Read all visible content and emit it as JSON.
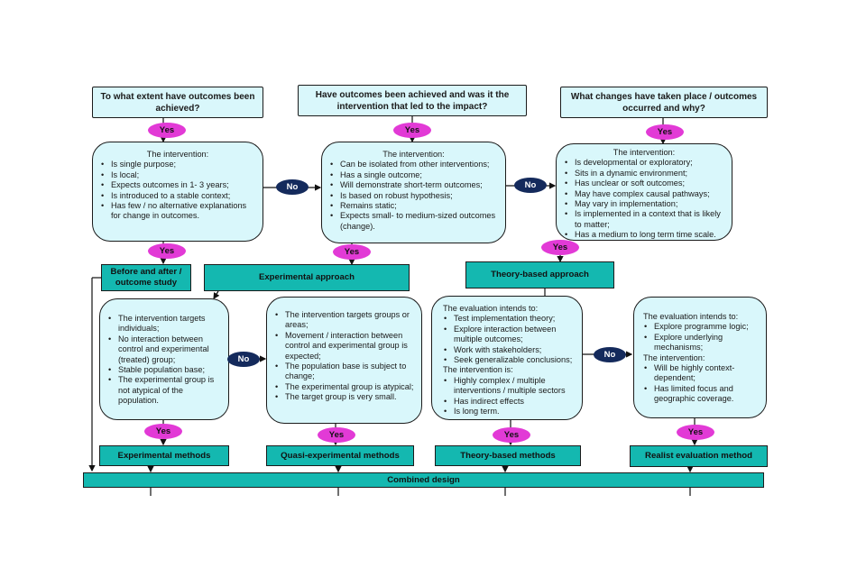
{
  "questions": [
    "To what extent have outcomes been achieved?",
    "Have outcomes been achieved and was it the intervention that led to the impact?",
    "What changes have taken place / outcomes occurred and why?"
  ],
  "criteria_top": [
    {
      "heading": "The intervention:",
      "items": [
        "Is single purpose;",
        "Is local;",
        "Expects outcomes in 1- 3 years;",
        "Is introduced to a stable context;",
        "Has few / no alternative explanations for change in outcomes."
      ]
    },
    {
      "heading": "The intervention:",
      "items": [
        "Can be isolated from other interventions;",
        "Has a single outcome;",
        "Will demonstrate short-term outcomes;",
        "Is based on robust hypothesis;",
        "Remains static;",
        "Expects small- to medium-sized outcomes (change)."
      ]
    },
    {
      "heading": "The intervention:",
      "items": [
        "Is developmental or exploratory;",
        "Sits in a dynamic environment;",
        "Has unclear or soft outcomes;",
        "May have complex causal pathways;",
        "May vary in implementation;",
        "Is implemented in a context that is likely to matter;",
        "Has a medium to long term time scale."
      ]
    }
  ],
  "approaches": {
    "before_after": "Before and after / outcome study",
    "experimental": "Experimental approach",
    "theory_based": "Theory-based approach"
  },
  "criteria_bottom": [
    {
      "items": [
        "The intervention targets individuals;",
        "No interaction between control and experimental (treated) group;",
        "Stable population base;",
        "The experimental group is not atypical of the population."
      ]
    },
    {
      "items": [
        "The intervention targets groups or areas;",
        "Movement / interaction between control and experimental group is expected;",
        "The population base is subject to change;",
        "The experimental group is atypical;",
        "The target group is very small."
      ]
    },
    {
      "heading1": "The evaluation intends to:",
      "items1": [
        "Test implementation theory;",
        "Explore interaction between multiple outcomes;",
        "Work with stakeholders;",
        "Seek generalizable conclusions;"
      ],
      "heading2": "The intervention is:",
      "items2": [
        "Highly complex / multiple interventions / multiple sectors",
        "Has indirect effects",
        "Is long term."
      ]
    },
    {
      "heading1": "The evaluation intends to:",
      "items1": [
        "Explore programme logic;",
        "Explore underlying mechanisms;"
      ],
      "heading2": "The intervention:",
      "items2": [
        "Will be highly context-dependent;",
        "Has limited focus and geographic coverage."
      ]
    }
  ],
  "methods": [
    "Experimental methods",
    "Quasi-experimental methods",
    "Theory-based methods",
    "Realist evaluation method"
  ],
  "combined": "Combined design",
  "labels": {
    "yes": "Yes",
    "no": "No"
  },
  "colors": {
    "box_fill": "#d9f7fb",
    "teal": "#14b8b0",
    "yes_pill": "#e23ad6",
    "no_pill": "#142a5c"
  }
}
